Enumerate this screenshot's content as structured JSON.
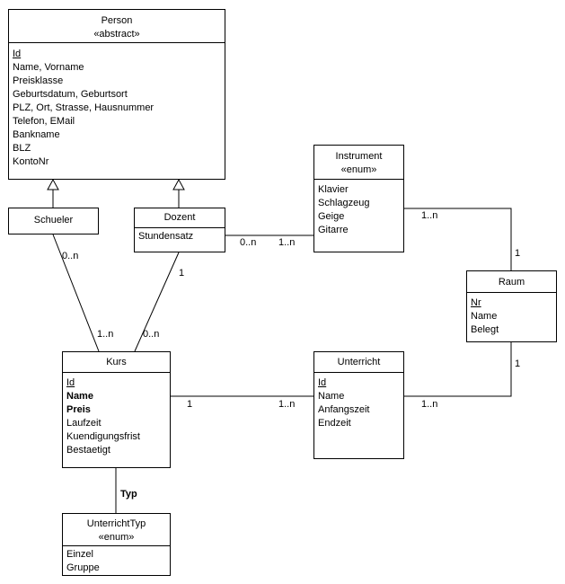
{
  "classes": {
    "person": {
      "name": "Person",
      "stereotype": "«abstract»",
      "attributes": [
        "Id",
        "Name, Vorname",
        "Preisklasse",
        "Geburtsdatum, Geburtsort",
        "PLZ, Ort, Strasse, Hausnummer",
        "Telefon, EMail",
        "Bankname",
        "BLZ",
        "KontoNr"
      ]
    },
    "schueler": {
      "name": "Schueler"
    },
    "dozent": {
      "name": "Dozent",
      "attributes": [
        "Stundensatz"
      ]
    },
    "instrument": {
      "name": "Instrument",
      "stereotype": "«enum»",
      "attributes": [
        "Klavier",
        "Schlagzeug",
        "Geige",
        "Gitarre"
      ]
    },
    "raum": {
      "name": "Raum",
      "attributes": [
        "Nr",
        "Name",
        "Belegt"
      ]
    },
    "kurs": {
      "name": "Kurs",
      "attributes": [
        "Id",
        "Name",
        "Preis",
        "Laufzeit",
        "Kuendigungsfrist",
        "Bestaetigt"
      ]
    },
    "unterricht": {
      "name": "Unterricht",
      "attributes": [
        "Id",
        "Name",
        "Anfangszeit",
        "Endzeit"
      ]
    },
    "unterrichttyp": {
      "name": "UnterrichtTyp",
      "stereotype": "«enum»",
      "attributes": [
        "Einzel",
        "Gruppe"
      ]
    }
  },
  "associations": {
    "dozent_instrument": {
      "source": "0..n",
      "target": "1..n"
    },
    "instrument_raum": {
      "source": "1..n",
      "target": "1"
    },
    "schueler_kurs": {
      "source": "0..n",
      "target": "1..n"
    },
    "dozent_kurs": {
      "source": "1",
      "target": "0..n"
    },
    "kurs_unterricht": {
      "source": "1",
      "target": "1..n"
    },
    "raum_unterricht": {
      "source": "1",
      "target": "1..n"
    },
    "kurs_unterrichttyp": {
      "label": "Typ"
    }
  }
}
